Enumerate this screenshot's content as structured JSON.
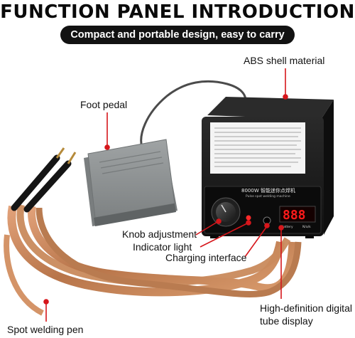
{
  "header": {
    "title": "FUNCTION PANEL INTRODUCTION",
    "subtitle": "Compact and portable design, easy to carry"
  },
  "callouts": {
    "shell": "ABS shell material",
    "pedal": "Foot pedal",
    "knob": "Knob adjustment",
    "indicator": "Indicator light",
    "charging": "Charging interface",
    "display_line1": "High-definition digital",
    "display_line2": "tube display",
    "pen": "Spot welding pen"
  },
  "device": {
    "model_label": "8000W 智能迷你点焊机",
    "model_sublabel": "Pulse spot welding machine",
    "display_digits": "888",
    "port_labels": [
      "Battery",
      "N/a/k"
    ]
  },
  "colors": {
    "callout_red": "#d6161b",
    "device_body": "#1b1b1b",
    "pedal": "#8d9192",
    "cable": "#c98a5c",
    "display_red": "#ff1a1a"
  }
}
